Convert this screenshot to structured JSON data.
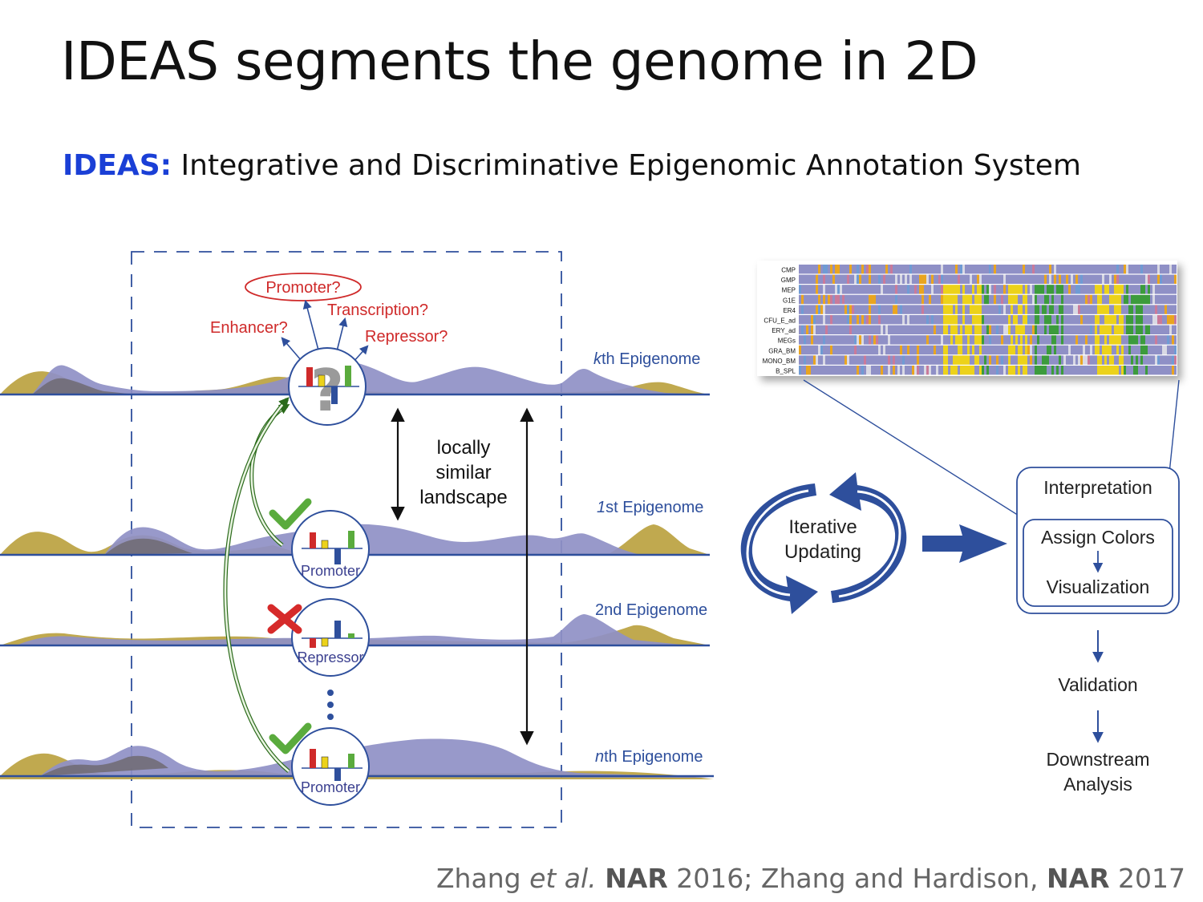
{
  "slide": {
    "title": "IDEAS segments the genome in 2D",
    "subtitle_acronym": "IDEAS:",
    "subtitle_text": "Integrative and Discriminative Epigenomic Annotation System",
    "citation": {
      "part1": "Zhang ",
      "italic1": "et al.",
      "part2": " ",
      "bold1": "NAR",
      "part3": " 2016; Zhang and Hardison, ",
      "bold2": "NAR",
      "part4": " 2017"
    }
  },
  "diagram": {
    "questions": {
      "promoter": "Promoter?",
      "transcription": "Transcription?",
      "enhancer": "Enhancer?",
      "repressor": "Repressor?"
    },
    "epigenomes": [
      {
        "prefix": "k",
        "suffix": "th Epigenome"
      },
      {
        "prefix": "1",
        "suffix": "st Epigenome"
      },
      {
        "prefix": "2",
        "suffix": "nd Epigenome"
      },
      {
        "prefix": "n",
        "suffix": "th Epigenome"
      }
    ],
    "state_labels": {
      "first": "Promoter",
      "second": "Repressor",
      "nth": "Promoter"
    },
    "similar_landscape": [
      "locally",
      "similar",
      "landscape"
    ],
    "iterative": [
      "Iterative",
      "Updating"
    ],
    "pipeline": {
      "interpretation": "Interpretation",
      "assign_colors": "Assign Colors",
      "visualization": "Visualization",
      "validation": "Validation",
      "downstream": [
        "Downstream",
        "Analysis"
      ]
    },
    "heatmap_rows": [
      "CMP",
      "GMP",
      "MEP",
      "G1E",
      "ER4",
      "CFU_E_ad",
      "ERY_ad",
      "MEGs",
      "GRA_BM",
      "MONO_BM",
      "B_SPL"
    ],
    "colors": {
      "blue": "#2e4f9c",
      "purple": "#8f90c6",
      "gold": "#b9a03c",
      "red": "#cf2a2a",
      "green": "#5aab3d",
      "yellow": "#ecd21a",
      "state_green": "#3c9b3c"
    }
  }
}
